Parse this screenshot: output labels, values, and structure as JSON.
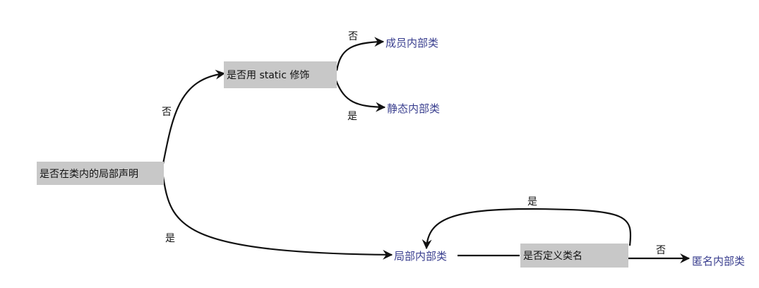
{
  "nodes": {
    "q_local_decl": "是否在类内的局部声明",
    "q_static": "是否用 static 修饰",
    "q_named": "是否定义类名"
  },
  "leaves": {
    "member": "成员内部类",
    "static": "静态内部类",
    "local": "局部内部类",
    "anonymous": "匿名内部类"
  },
  "edges": {
    "local_no": "否",
    "local_yes": "是",
    "static_no": "否",
    "static_yes": "是",
    "named_yes": "是",
    "named_no": "否"
  }
}
